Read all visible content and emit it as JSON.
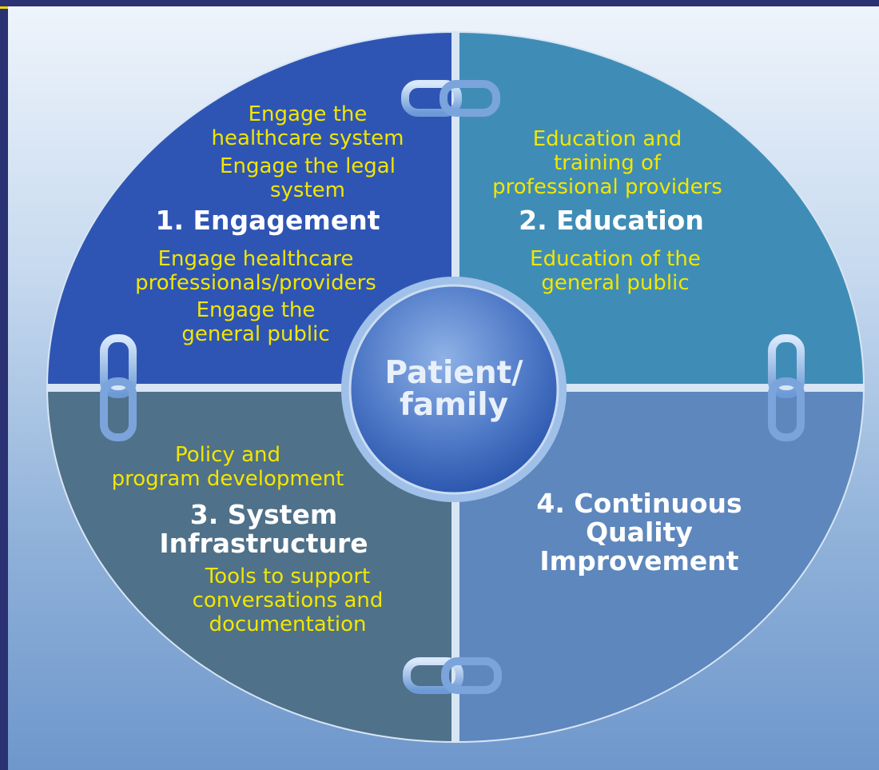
{
  "colors": {
    "q1": "#2f55b4",
    "q2": "#3f8db6",
    "q3": "#4f7189",
    "q4": "#5d87bd",
    "subtext": "#f2e600",
    "heading": "#ffffff"
  },
  "center": {
    "label": "Patient/\nfamily"
  },
  "quadrants": [
    {
      "heading": "1. Engagement",
      "items": [
        "Engage the\nhealthcare system",
        "Engage the legal\nsystem",
        "Engage healthcare\nprofessionals/providers",
        "Engage the\ngeneral public"
      ]
    },
    {
      "heading": "2. Education",
      "items": [
        "Education and\ntraining of\nprofessional providers",
        "Education of the\ngeneral public"
      ]
    },
    {
      "heading": "3. System\nInfrastructure",
      "items": [
        "Policy and\nprogram development",
        "Tools to support\nconversations and\ndocumentation"
      ]
    },
    {
      "heading": "4. Continuous\nQuality\nImprovement",
      "items": []
    }
  ],
  "icons": [
    "chain-link-icon",
    "chain-link-icon",
    "chain-link-icon",
    "chain-link-icon"
  ]
}
